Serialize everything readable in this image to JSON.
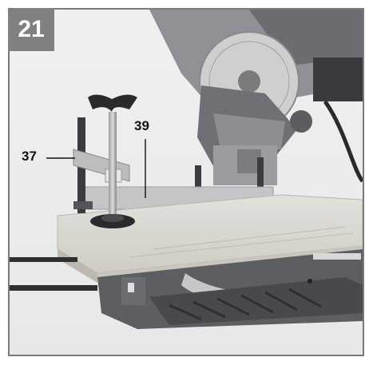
{
  "figure": {
    "number": "21",
    "callouts": [
      {
        "id": "37",
        "label": "37"
      },
      {
        "id": "39",
        "label": "39"
      }
    ]
  },
  "colors": {
    "badge": "#808080",
    "frame": "#7a7a7a",
    "workpiece": "#d8d6d0",
    "machine": "#5e6064",
    "blade": "#c9c9c9"
  }
}
